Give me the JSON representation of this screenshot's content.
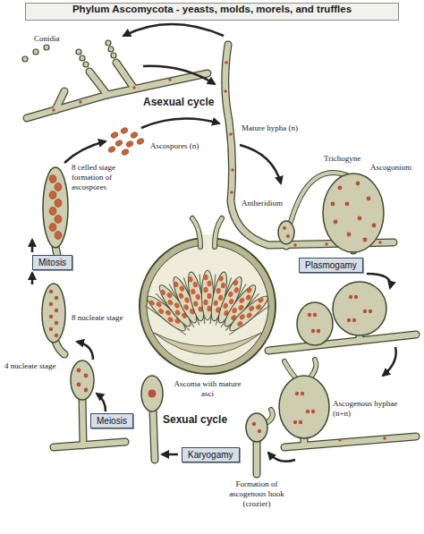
{
  "diagram": {
    "title": "Phylum Ascomycota - yeasts, molds, morels, and truffles",
    "nodes": [
      {
        "text": [
          "Plasmogamy"
        ]
      },
      {
        "text": [
          "Mitosis"
        ]
      },
      {
        "text": [
          "Meiosis"
        ]
      },
      {
        "text": [
          "Karyogamy"
        ]
      }
    ],
    "labels": [
      "Conidia",
      "Asexual cycle",
      "Mature hypha (n)",
      "Trichogyne",
      "Antheridium",
      "Ascogonium",
      "Ascospores (n)",
      "8 celled stage formation of ascospores",
      "8 nucleate stage",
      "Ascoma with mature asci",
      "Ascogenous hyphae (n+n)",
      "Sexual cycle",
      "4 nucleate stage",
      "Formation of ascogenous hook (crozier)"
    ]
  }
}
